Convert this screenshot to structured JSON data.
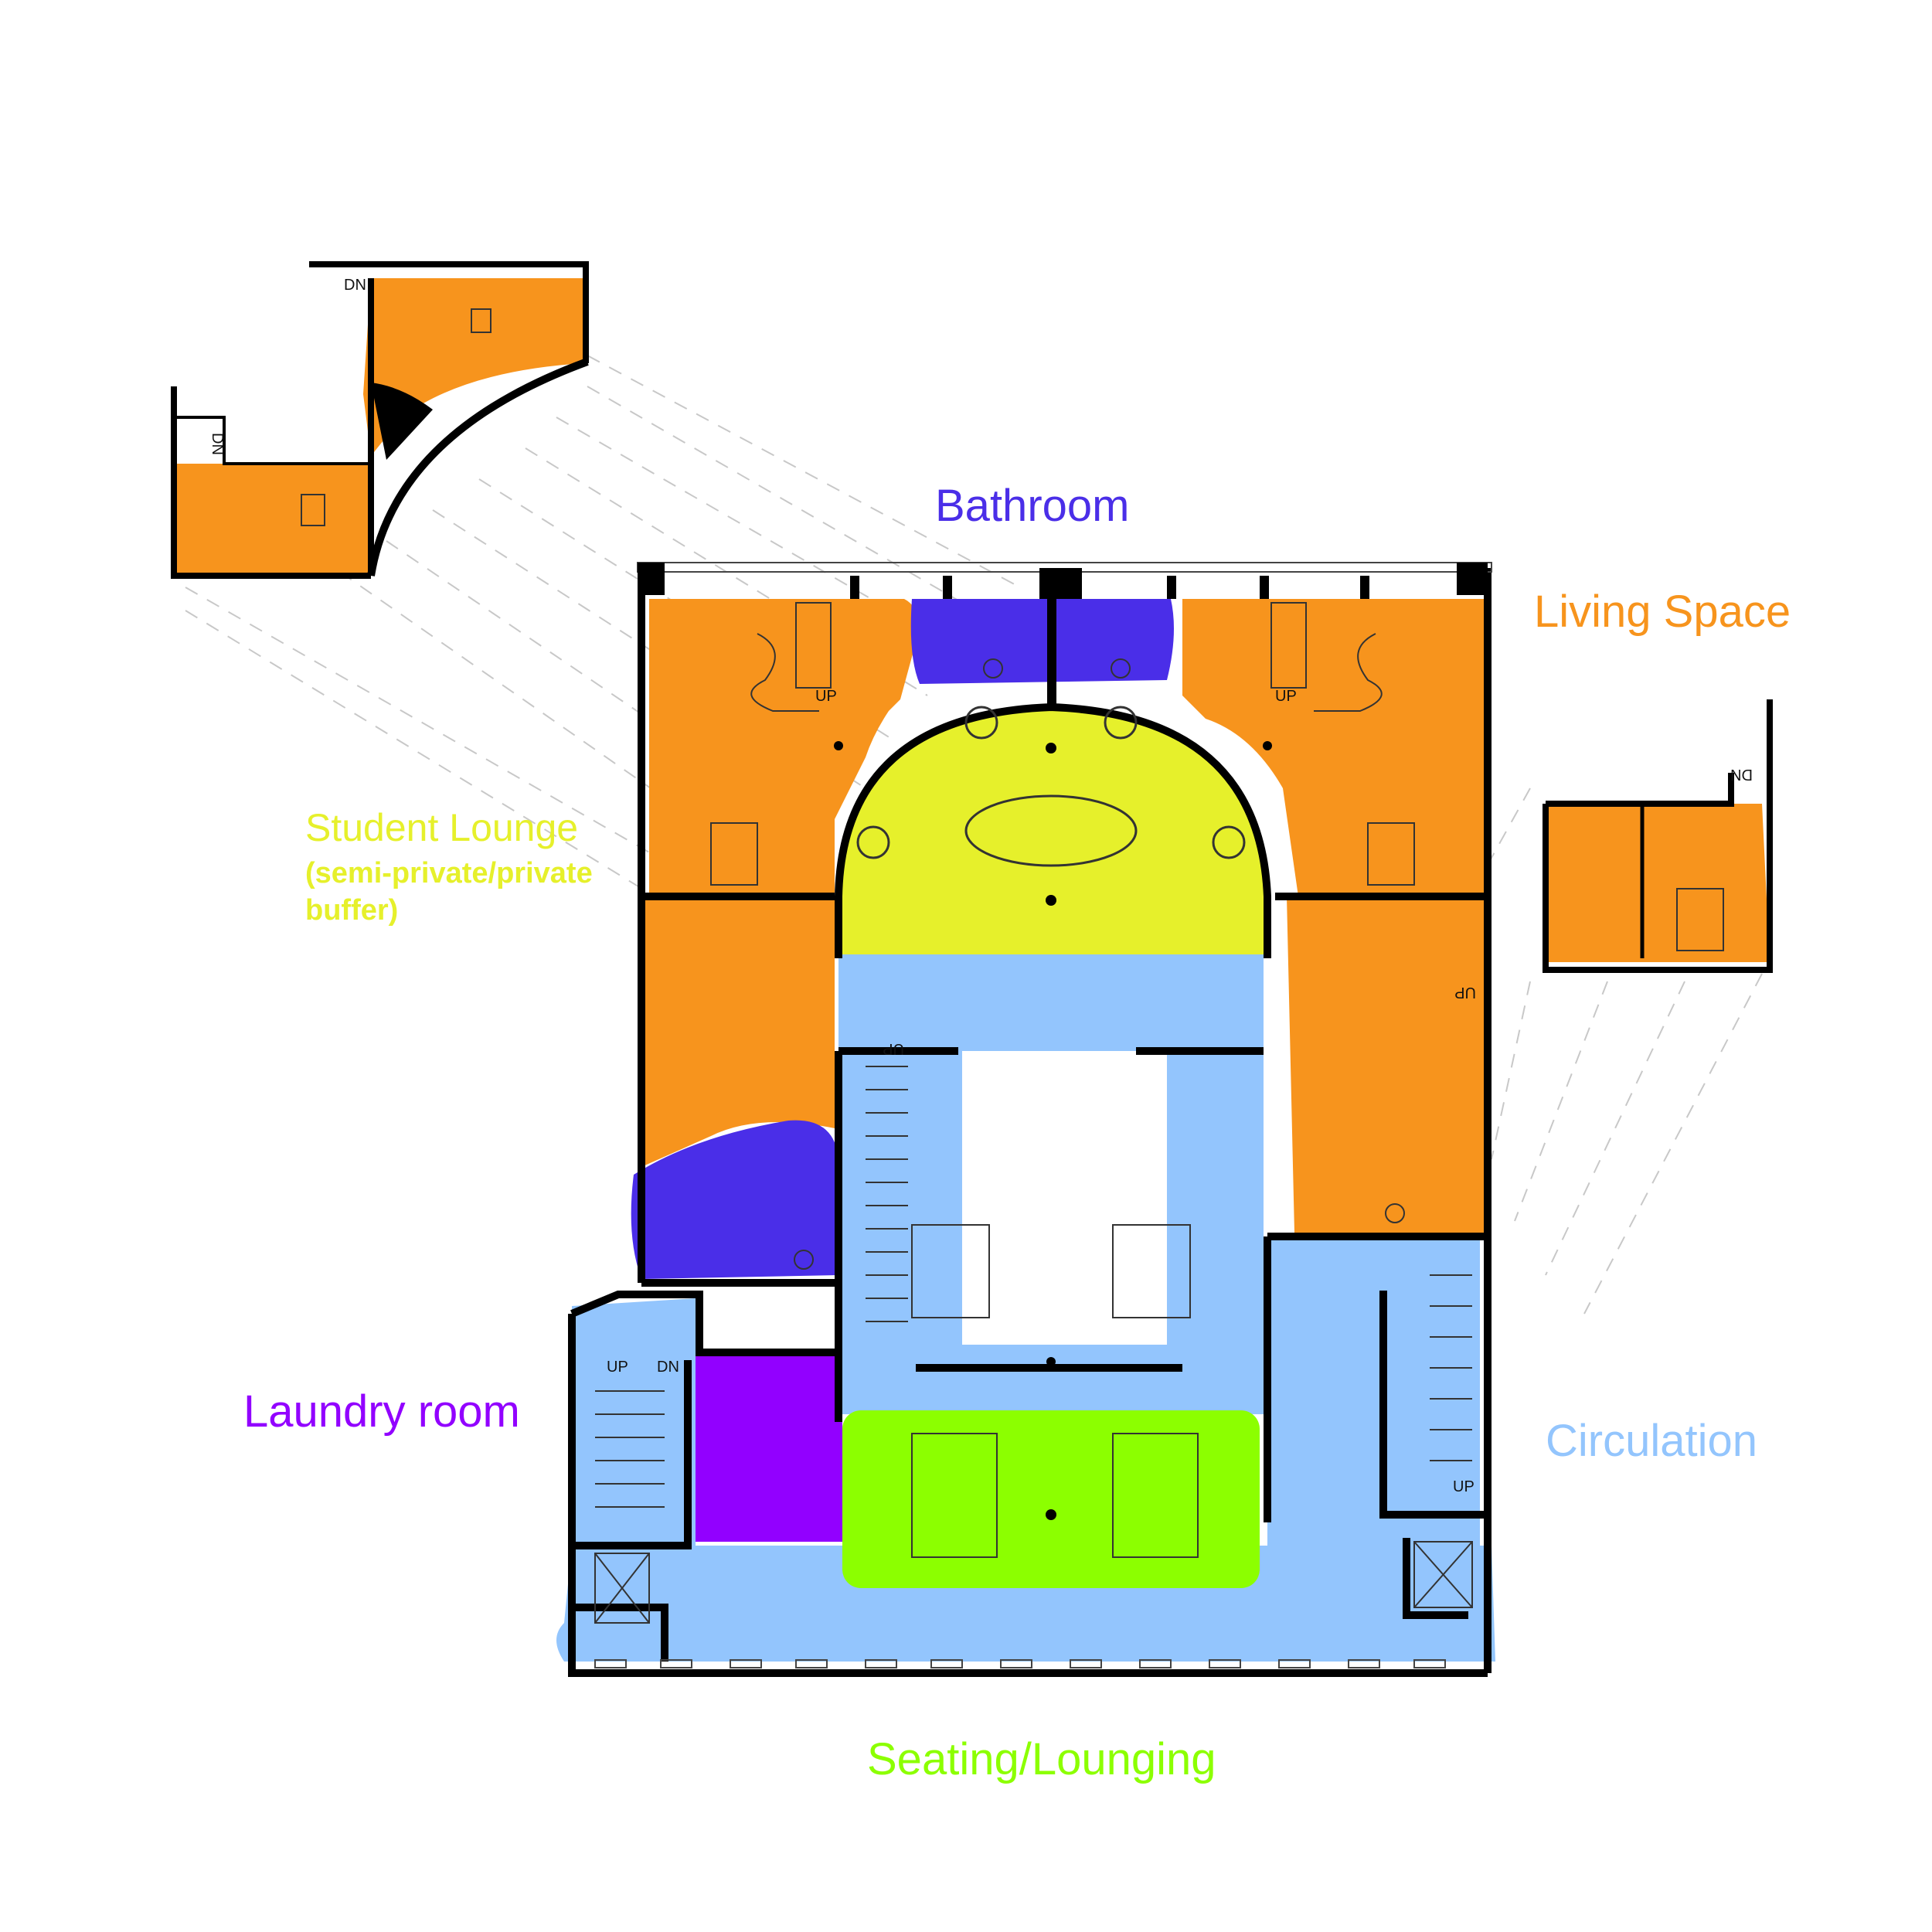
{
  "legend": {
    "bathroom": {
      "label": "Bathroom",
      "color": "#4a2ee8"
    },
    "living": {
      "label": "Living Space",
      "color": "#f7941d"
    },
    "lounge": {
      "label": "Student Lounge",
      "sub1": "(semi-private/private",
      "sub2": "buffer)",
      "color": "#e6f02b"
    },
    "laundry": {
      "label": "Laundry room",
      "color": "#9200ff"
    },
    "circulation": {
      "label": "Circulation",
      "color": "#93c5fd"
    },
    "seating": {
      "label": "Seating/Lounging",
      "color": "#8cff00"
    }
  },
  "plan_labels": {
    "up": "UP",
    "dn": "DN"
  }
}
